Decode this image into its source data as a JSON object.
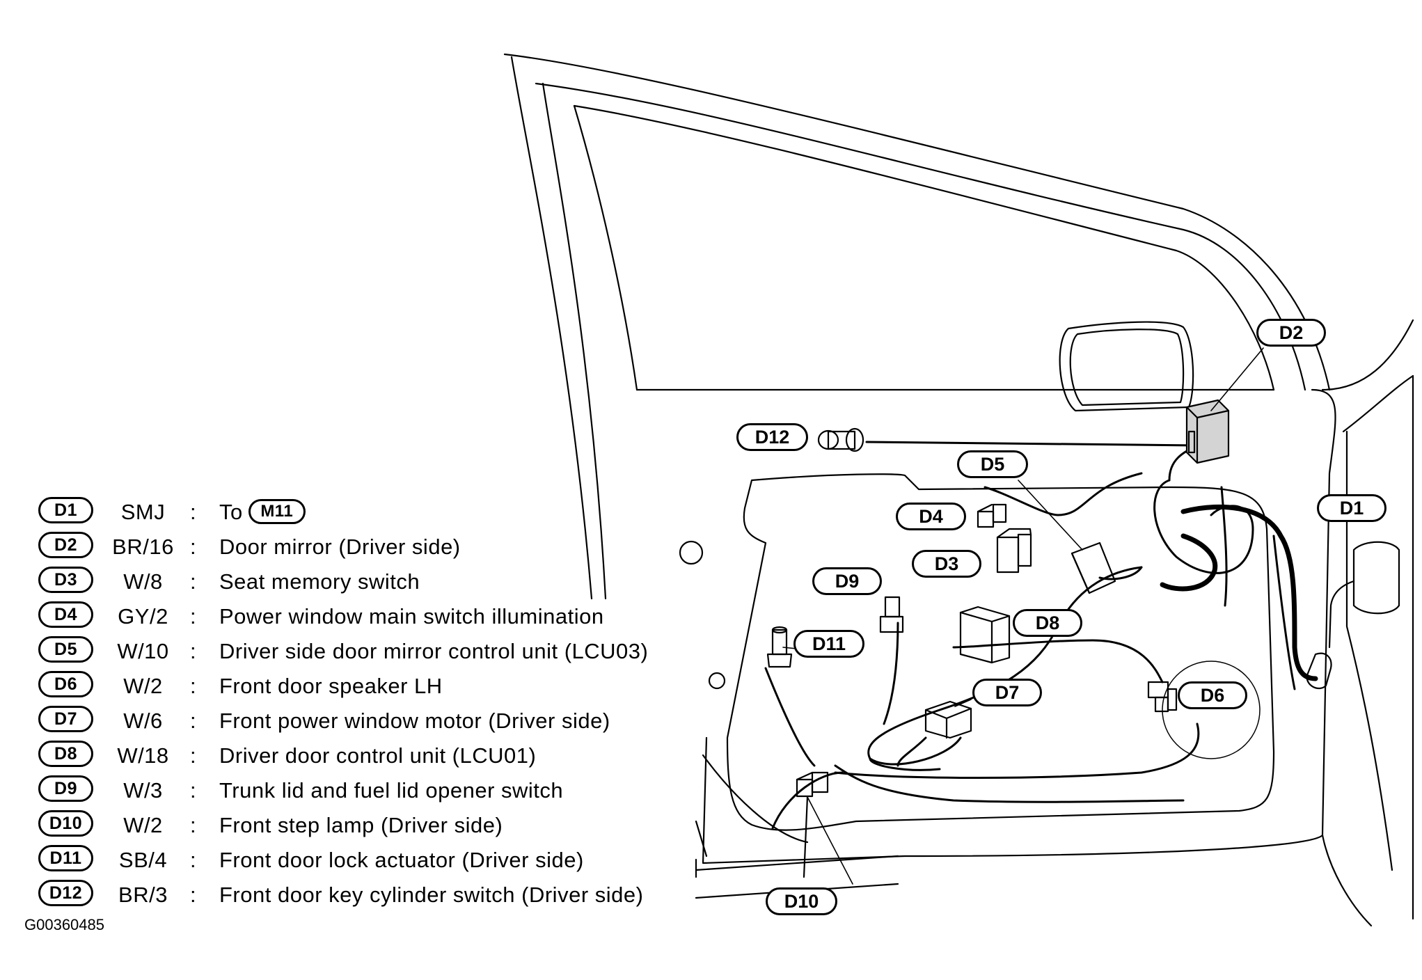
{
  "legend": [
    {
      "id": "D1",
      "code": "SMJ",
      "sep": ":",
      "desc": "To",
      "ref": "M11"
    },
    {
      "id": "D2",
      "code": "BR/16",
      "sep": ":",
      "desc": "Door mirror (Driver side)"
    },
    {
      "id": "D3",
      "code": "W/8",
      "sep": ":",
      "desc": "Seat memory switch"
    },
    {
      "id": "D4",
      "code": "GY/2",
      "sep": ":",
      "desc": "Power window main switch illumination"
    },
    {
      "id": "D5",
      "code": "W/10",
      "sep": ":",
      "desc": "Driver side door mirror control unit (LCU03)"
    },
    {
      "id": "D6",
      "code": "W/2",
      "sep": ":",
      "desc": "Front door speaker LH"
    },
    {
      "id": "D7",
      "code": "W/6",
      "sep": ":",
      "desc": "Front power window motor (Driver side)"
    },
    {
      "id": "D8",
      "code": "W/18",
      "sep": ":",
      "desc": "Driver door control unit (LCU01)"
    },
    {
      "id": "D9",
      "code": "W/3",
      "sep": ":",
      "desc": "Trunk lid and fuel lid opener switch"
    },
    {
      "id": "D10",
      "code": "W/2",
      "sep": ":",
      "desc": "Front step lamp (Driver side)"
    },
    {
      "id": "D11",
      "code": "SB/4",
      "sep": ":",
      "desc": "Front door lock actuator (Driver side)"
    },
    {
      "id": "D12",
      "code": "BR/3",
      "sep": ":",
      "desc": "Front door key cylinder switch (Driver side)"
    }
  ],
  "callouts": {
    "d1": "D1",
    "d2": "D2",
    "d3": "D3",
    "d4": "D4",
    "d5": "D5",
    "d6": "D6",
    "d7": "D7",
    "d8": "D8",
    "d9": "D9",
    "d10": "D10",
    "d11": "D11",
    "d12": "D12"
  },
  "figure_id": "G00360485",
  "colors": {
    "line": "#000000",
    "background": "#ffffff"
  }
}
